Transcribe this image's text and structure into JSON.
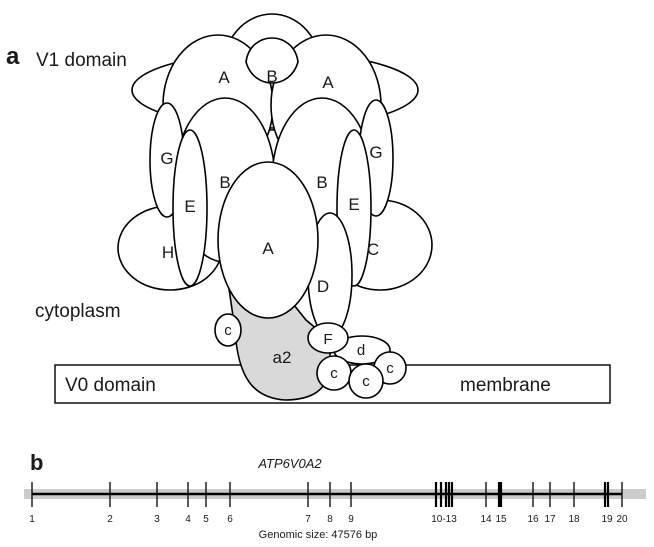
{
  "panel_a": {
    "letter": "a",
    "title": "V1 domain",
    "cytoplasm": "cytoplasm",
    "v0_domain": "V0 domain",
    "membrane": "membrane",
    "subunits": {
      "top_b": "B",
      "a_left": "A",
      "a_right": "A",
      "g_left": "G",
      "g_right": "G",
      "e_left": "E",
      "e_right": "E",
      "b_left": "B",
      "b_right": "B",
      "a_center": "A",
      "h": "H",
      "c_right": "C",
      "d_upper": "D",
      "c_small_left": "c",
      "a2": "a2",
      "f": "F",
      "d_small": "d",
      "c_ring1": "c",
      "c_ring2": "c",
      "c_ring3": "c"
    },
    "colors": {
      "outline": "#000000",
      "shaded_a2": "#d9d9d9",
      "fill": "#ffffff"
    }
  },
  "panel_b": {
    "letter": "b",
    "gene": "ATP6V0A2",
    "genomic_size": "Genomic size: 47576 bp",
    "exon_labels": [
      "1",
      "2",
      "3",
      "4",
      "5",
      "6",
      "7",
      "8",
      "9",
      "10-13",
      "14",
      "15",
      "16",
      "17",
      "18",
      "19",
      "20"
    ],
    "colors": {
      "line": "#000000",
      "flank": "#cccccc"
    }
  }
}
